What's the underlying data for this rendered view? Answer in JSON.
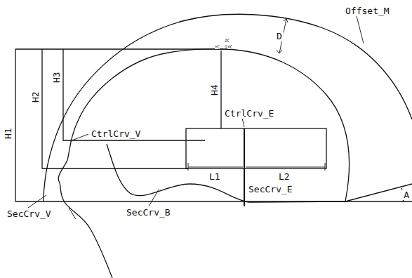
{
  "diagram": {
    "labels": [
      "Offset_M",
      "D",
      "H1",
      "H2",
      "H3",
      "H4",
      "CtrlCrv_V",
      "CtrlCrv_E",
      "L1",
      "L2",
      "SecCrv_V",
      "SecCrv_B",
      "SecCrv_E",
      "A",
      "ZC",
      "YC",
      "XC"
    ]
  }
}
